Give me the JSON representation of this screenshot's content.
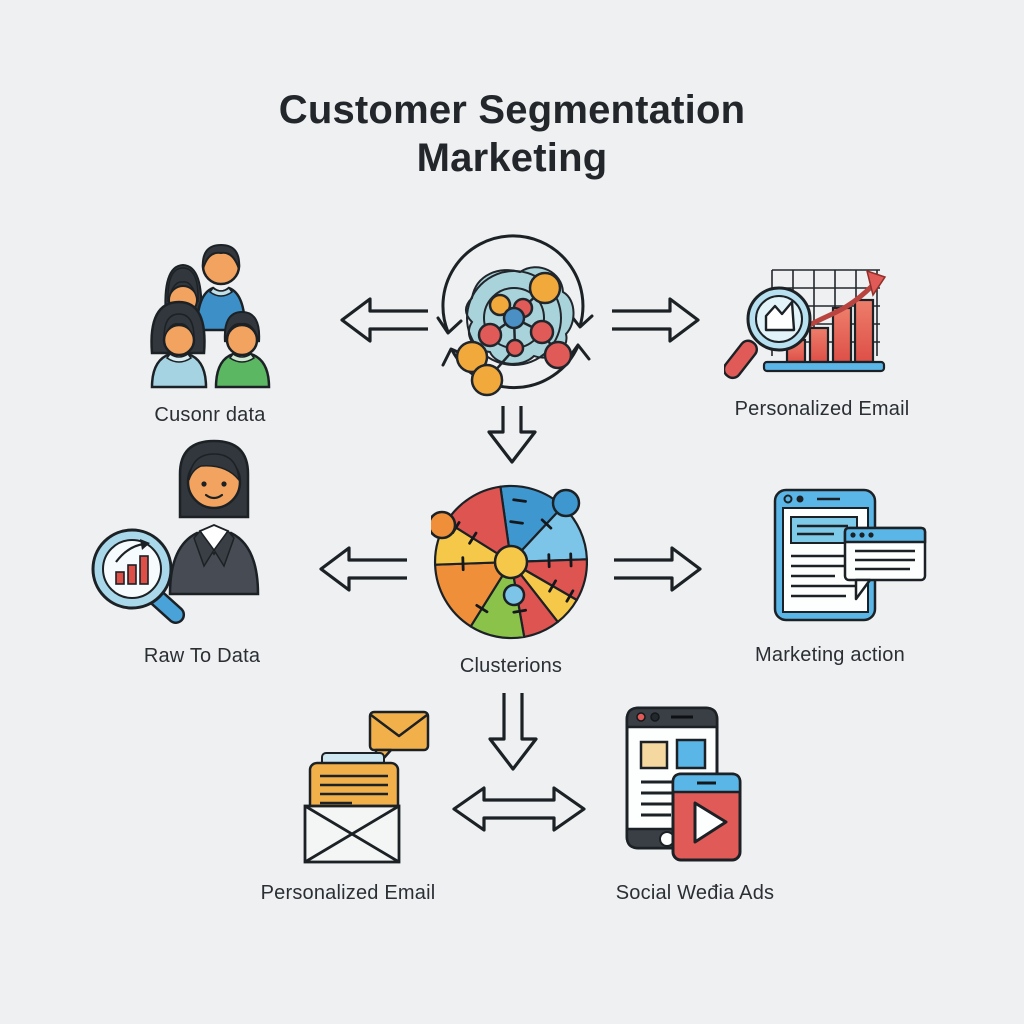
{
  "title": "Customer Segmentation Marketing",
  "nodes": {
    "customer_data": {
      "label": "Cusonr data"
    },
    "analysis_results": {
      "label": "Personalized Email"
    },
    "raw_data": {
      "label": "Raw To Data"
    },
    "clusters": {
      "label": "Clusterions"
    },
    "marketing_action": {
      "label": "Marketing action"
    },
    "personalized_email": {
      "label": "Personalized Email"
    },
    "social_media_ads": {
      "label": "Social Weđia Ads"
    }
  },
  "colors": {
    "background": "#eef0f2",
    "title_text": "#23272b",
    "label_text": "#2b2f33",
    "outline": "#1c2125",
    "red": "#e05a57",
    "dark_red_arrow": "#b9443f",
    "orange": "#f2a93b",
    "yellow": "#f5c84a",
    "blue": "#3f97d0",
    "light_blue": "#5bb6e8",
    "pale_blue": "#a9d3da",
    "lens_blue": "#b7e0f0",
    "green": "#66b868",
    "tan_skin": "#f2a35f",
    "hair_gray": "#32373d",
    "suit_gray": "#474c54",
    "envelope_white": "#f4f5f5"
  }
}
